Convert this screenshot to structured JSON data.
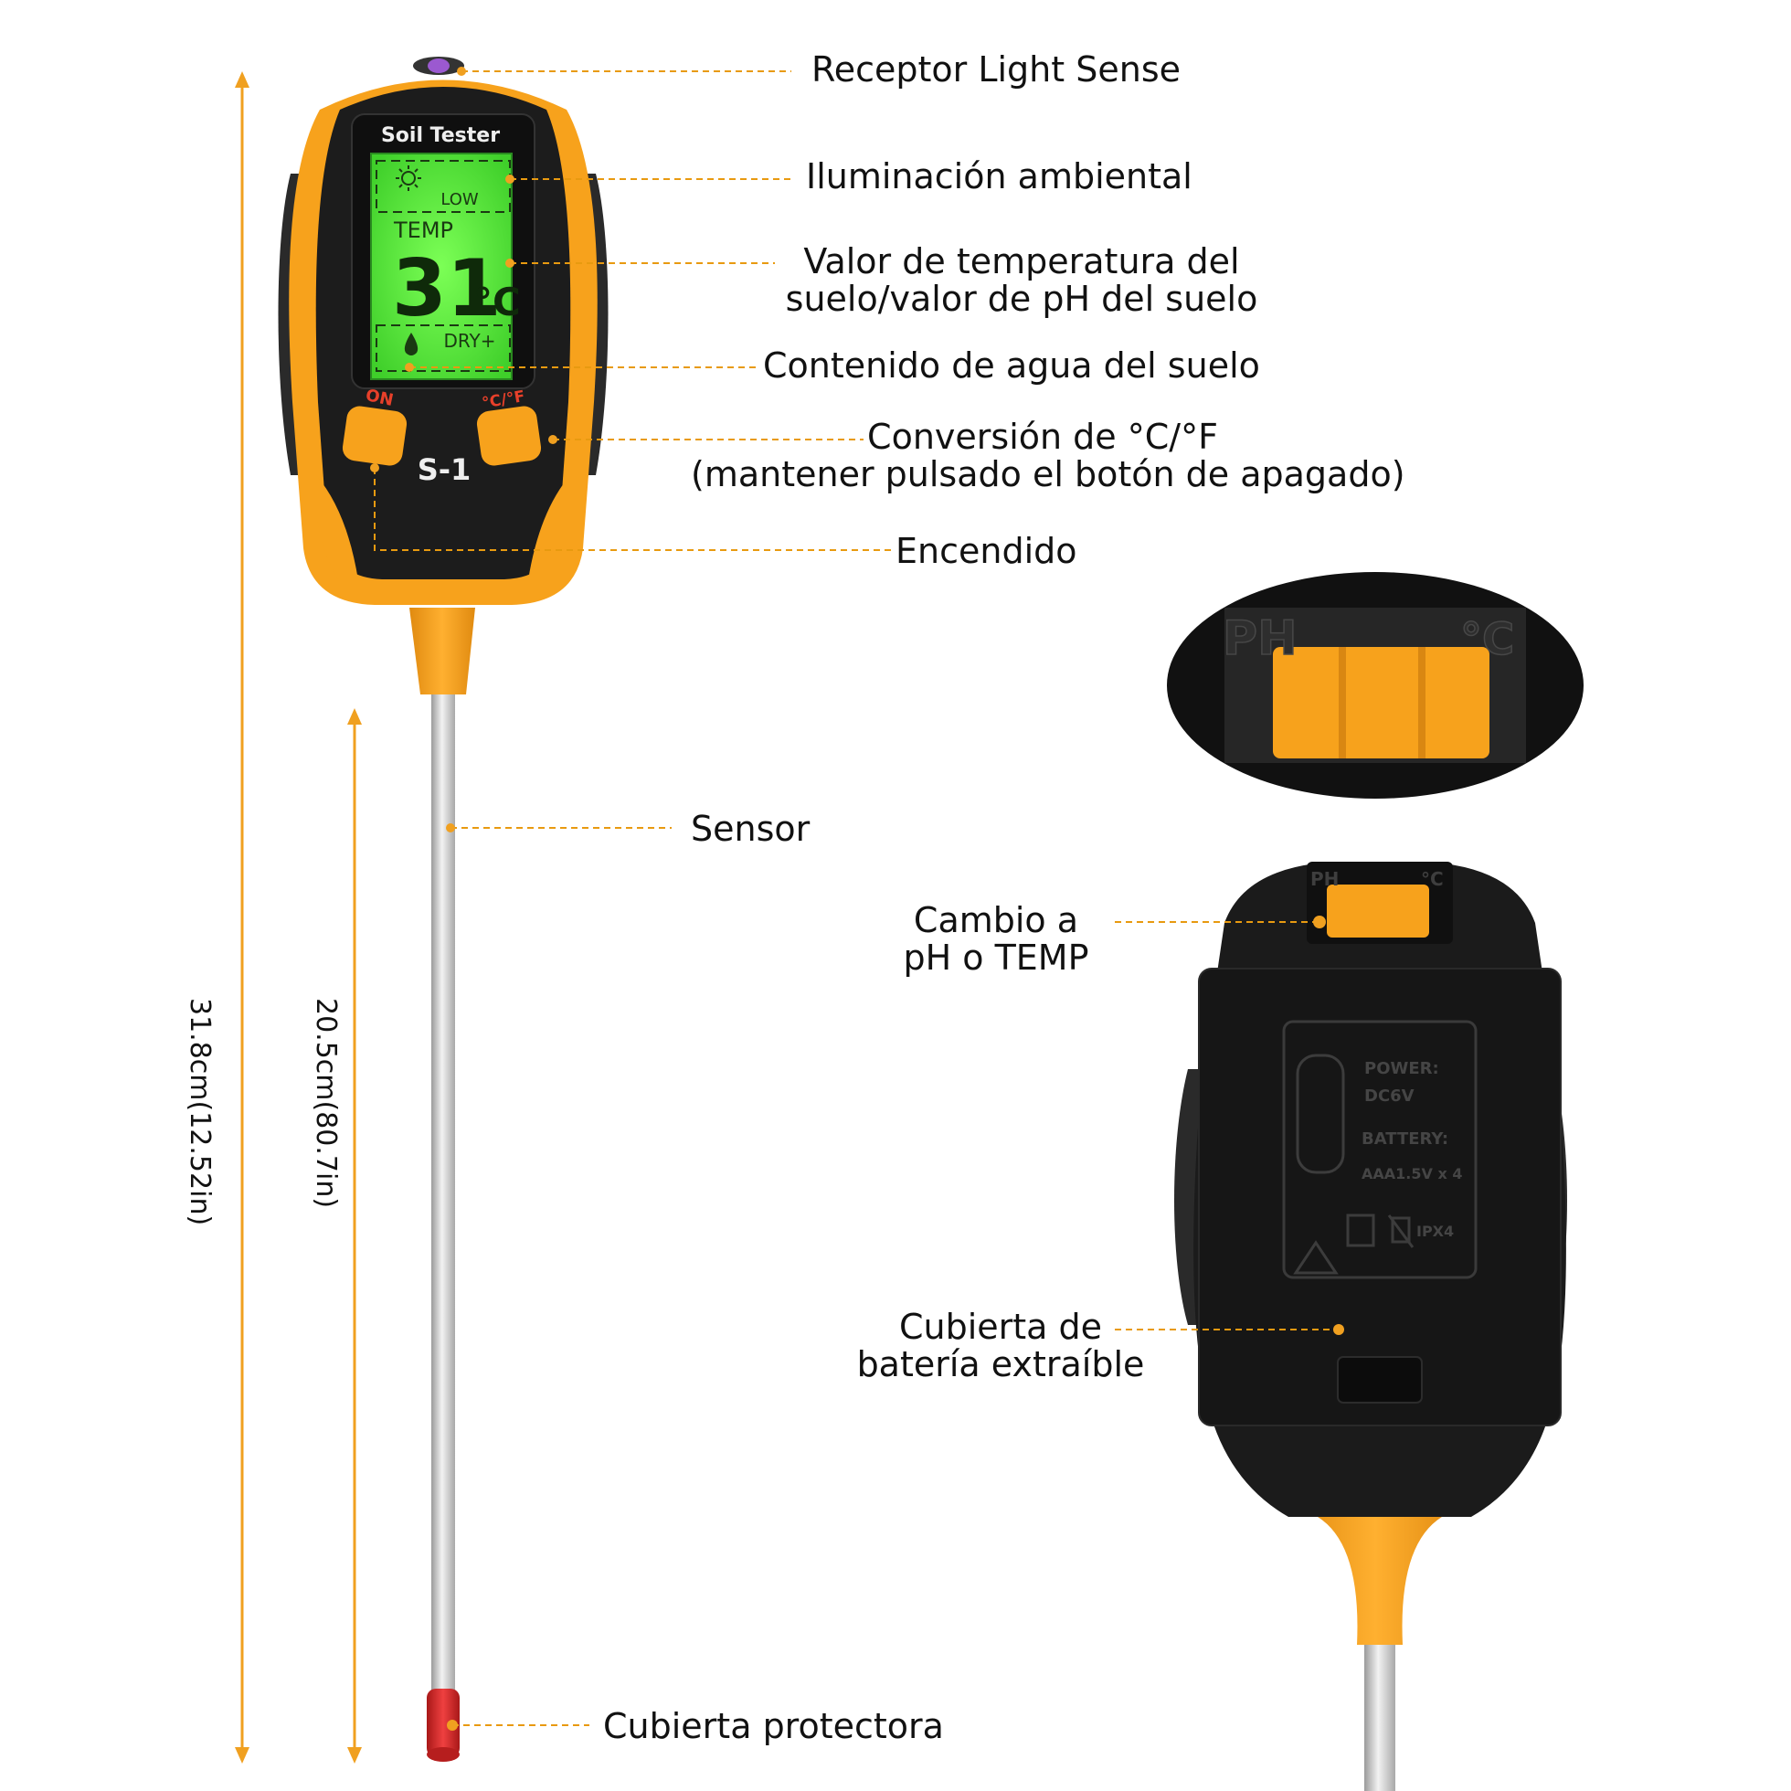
{
  "device": {
    "brand_text": "Soil Tester",
    "model": "S-1",
    "button_on": "ON",
    "button_unit": "°C/°F",
    "lcd": {
      "low": "LOW",
      "temp": "TEMP",
      "value": "31",
      "unit": "°C",
      "dry": "DRY+"
    },
    "switch_left": "PH",
    "switch_right": "°C",
    "back_label": {
      "power": "POWER:",
      "power_value": "DC6V",
      "battery": "BATTERY:",
      "battery_value": "AAA1.5V x 4",
      "ip_rating": "IPX4"
    }
  },
  "callouts": {
    "light_sensor": "Receptor Light Sense",
    "ambient": "Iluminación ambiental",
    "temp_ph_line1": "Valor de temperatura del",
    "temp_ph_line2": "suelo/valor de pH del suelo",
    "water": "Contenido de agua del suelo",
    "conversion_line1": "Conversión de °C/°F",
    "conversion_line2": "(mantener pulsado el botón de apagado)",
    "power": "Encendido",
    "sensor": "Sensor",
    "switch_line1": "Cambio a",
    "switch_line2": "pH o TEMP",
    "battery_line1": "Cubierta de",
    "battery_line2": "batería extraíble",
    "cap": "Cubierta protectora"
  },
  "dimensions": {
    "total": "31.8cm(12.52in)",
    "probe": "20.5cm(80.7in)"
  },
  "colors": {
    "accent_orange": "#f5a020",
    "leader_orange": "#e89a10",
    "body_black": "#1b1b1b",
    "lcd_green": "#55e83a",
    "cap_red": "#d62a2a",
    "light_sensor_purple": "#9b59d0"
  }
}
